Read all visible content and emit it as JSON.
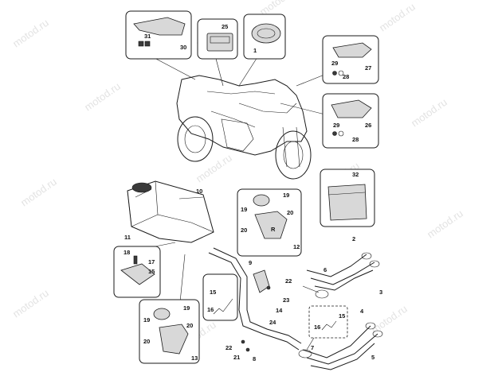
{
  "watermark": "motod.ru",
  "callouts": {
    "n1": "1",
    "n2": "2",
    "n3": "3",
    "n4": "4",
    "n5": "5",
    "n6": "6",
    "n7": "7",
    "n8": "8",
    "n9": "9",
    "n10": "10",
    "n11": "11",
    "n12": "12",
    "n13": "13",
    "n14": "14",
    "n15": "15",
    "n16": "16",
    "n17": "17",
    "n18": "18",
    "n19": "19",
    "n20": "20",
    "n21": "21",
    "n22": "22",
    "n23": "23",
    "n24": "24",
    "n25": "25",
    "n26": "26",
    "n27": "27",
    "n28": "28",
    "n29": "29",
    "n30": "30",
    "n31": "31",
    "n32": "32"
  }
}
